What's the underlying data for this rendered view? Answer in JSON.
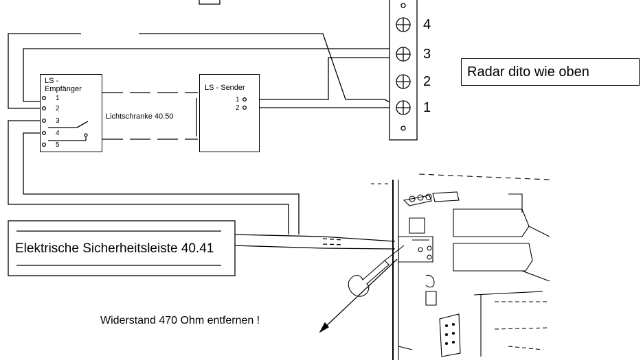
{
  "receiver": {
    "title": "LS -\nEmpfänger",
    "pins": [
      "1",
      "2",
      "3",
      "4",
      "5"
    ]
  },
  "beam": {
    "label": "Lichtschranke 40.50"
  },
  "sender": {
    "title": "LS - Sender",
    "pins": [
      "1",
      "2"
    ]
  },
  "terminal_strip": {
    "numbers": [
      "4",
      "3",
      "2",
      "1"
    ]
  },
  "radar": {
    "label": "Radar dito wie oben"
  },
  "safety_edge": {
    "label": "Elektrische Sicherheitsleiste 40.41"
  },
  "note": {
    "text": "Widerstand 470 Ohm entfernen !"
  }
}
